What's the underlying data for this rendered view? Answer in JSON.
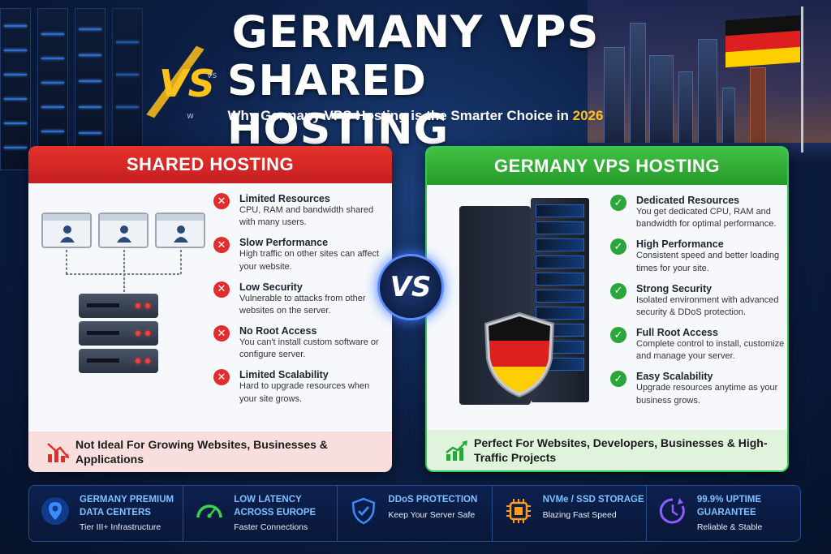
{
  "header": {
    "title_line1": "GERMANY VPS",
    "vs": "VS",
    "vs_small": "vs",
    "title_line2": "SHARED HOSTING",
    "subtitle_mark": "w",
    "subtitle": "Why Germany VPS Hosting is the Smarter Choice in",
    "subtitle_year": "2026"
  },
  "vs_badge": "VS",
  "shared": {
    "heading": "SHARED HOSTING",
    "features": [
      {
        "title": "Limited Resources",
        "desc": "CPU, RAM and bandwidth shared with many users."
      },
      {
        "title": "Slow Performance",
        "desc": "High traffic on other sites can affect your website."
      },
      {
        "title": "Low Security",
        "desc": "Vulnerable to attacks from other websites on the server."
      },
      {
        "title": "No Root Access",
        "desc": "You can't install custom software or configure server."
      },
      {
        "title": "Limited Scalability",
        "desc": "Hard to upgrade resources when your site grows."
      }
    ],
    "footer": "Not Ideal For Growing Websites, Businesses & Applications",
    "icon_status": "x-icon",
    "footer_icon": "trend-down-icon"
  },
  "vps": {
    "heading": "GERMANY VPS HOSTING",
    "features": [
      {
        "title": "Dedicated Resources",
        "desc": "You get dedicated CPU, RAM and bandwidth for optimal performance."
      },
      {
        "title": "High Performance",
        "desc": "Consistent speed and better loading times for your site."
      },
      {
        "title": "Strong Security",
        "desc": "Isolated environment with advanced security & DDoS protection."
      },
      {
        "title": "Full Root Access",
        "desc": "Complete control to install, customize and manage your server."
      },
      {
        "title": "Easy Scalability",
        "desc": "Upgrade resources anytime as your business grows."
      }
    ],
    "footer": "Perfect For Websites, Developers, Businesses & High-Traffic Projects",
    "icon_status": "check-icon",
    "footer_icon": "trend-up-icon"
  },
  "bottom_bar": [
    {
      "title": "GERMANY PREMIUM DATA CENTERS",
      "sub": "Tier III+ Infrastructure",
      "icon": "location-pin-icon",
      "color": "#2f7fff"
    },
    {
      "title": "LOW LATENCY ACROSS EUROPE",
      "sub": "Faster Connections",
      "icon": "speedometer-icon",
      "color": "#3bd14b"
    },
    {
      "title": "DDoS PROTECTION",
      "sub": "Keep Your Server Safe",
      "icon": "shield-check-icon",
      "color": "#2f7fff"
    },
    {
      "title": "NVMe / SSD STORAGE",
      "sub": "Blazing Fast Speed",
      "icon": "chip-icon",
      "color": "#ff9a1a"
    },
    {
      "title": "99.9% UPTIME GUARANTEE",
      "sub": "Reliable & Stable",
      "icon": "clock-icon",
      "color": "#8f5cff"
    }
  ],
  "colors": {
    "shared_red": "#e22d2d",
    "vps_green": "#2aa63a",
    "accent_yellow": "#ffc21a",
    "accent_blue": "#7cc2ff"
  }
}
